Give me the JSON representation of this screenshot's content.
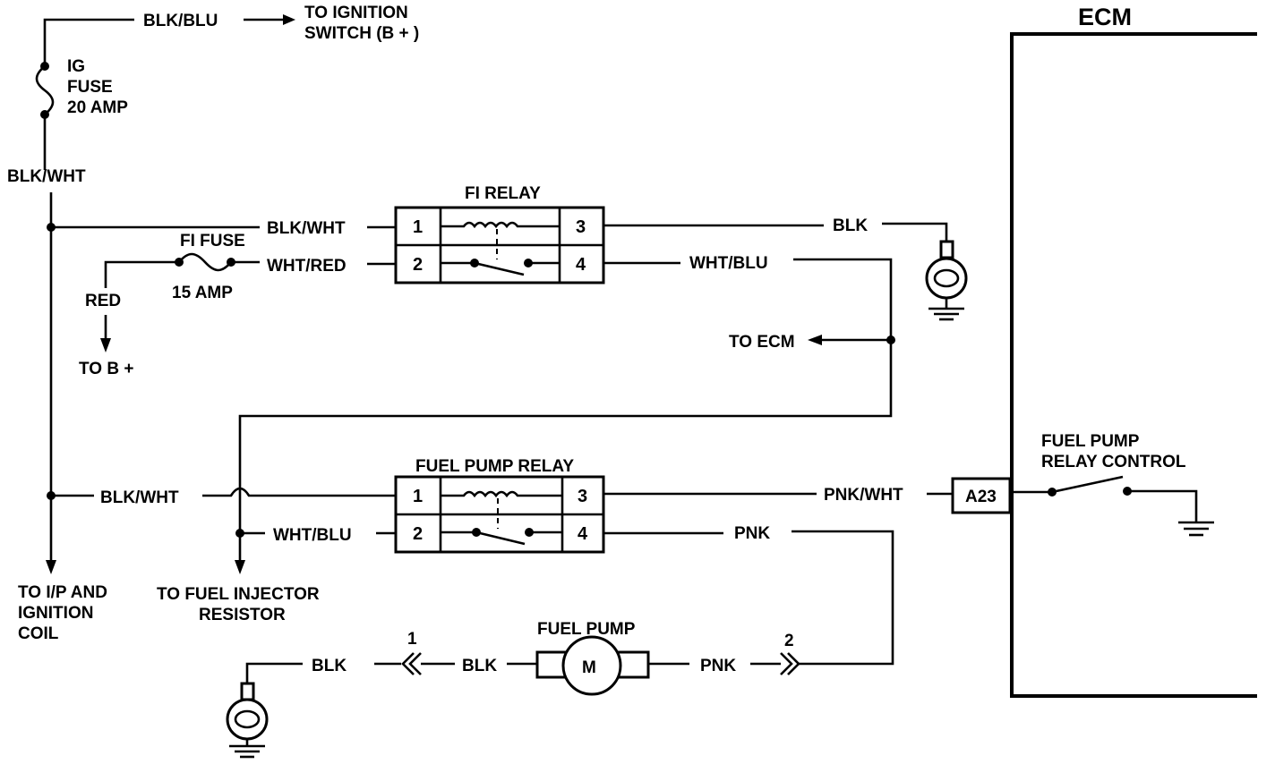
{
  "ecm": {
    "title": "ECM",
    "control_label_1": "FUEL PUMP",
    "control_label_2": "RELAY CONTROL",
    "pin": "A23"
  },
  "top": {
    "wire": "BLK/BLU",
    "dest_1": "TO IGNITION",
    "dest_2": "SWITCH (B + )"
  },
  "ig_fuse": {
    "line1": "IG",
    "line2": "FUSE",
    "line3": "20 AMP"
  },
  "main_wire": "BLK/WHT",
  "fi_relay": {
    "title": "FI RELAY",
    "pins": [
      "1",
      "2",
      "3",
      "4"
    ],
    "wire_pin1": "BLK/WHT",
    "wire_pin2": "WHT/RED",
    "wire_pin3": "BLK",
    "wire_pin4": "WHT/BLU"
  },
  "fi_fuse": {
    "title": "FI FUSE",
    "rating": "15 AMP",
    "feed_wire": "RED",
    "feed_dest": "TO B +"
  },
  "to_ecm": "TO ECM",
  "fuel_pump_relay": {
    "title": "FUEL PUMP RELAY",
    "pins": [
      "1",
      "2",
      "3",
      "4"
    ],
    "wire_pin1": "BLK/WHT",
    "wire_pin2": "WHT/BLU",
    "wire_pin3": "PNK/WHT",
    "wire_pin4": "PNK"
  },
  "dest_ip": [
    "TO I/P AND",
    "IGNITION",
    "COIL"
  ],
  "dest_injector": [
    "TO FUEL INJECTOR",
    "RESISTOR"
  ],
  "fuel_pump": {
    "title": "FUEL PUMP",
    "motor": "M",
    "wire_left_inner": "BLK",
    "wire_left_outer": "BLK",
    "wire_right": "PNK",
    "connector_left": "1",
    "connector_right": "2"
  }
}
